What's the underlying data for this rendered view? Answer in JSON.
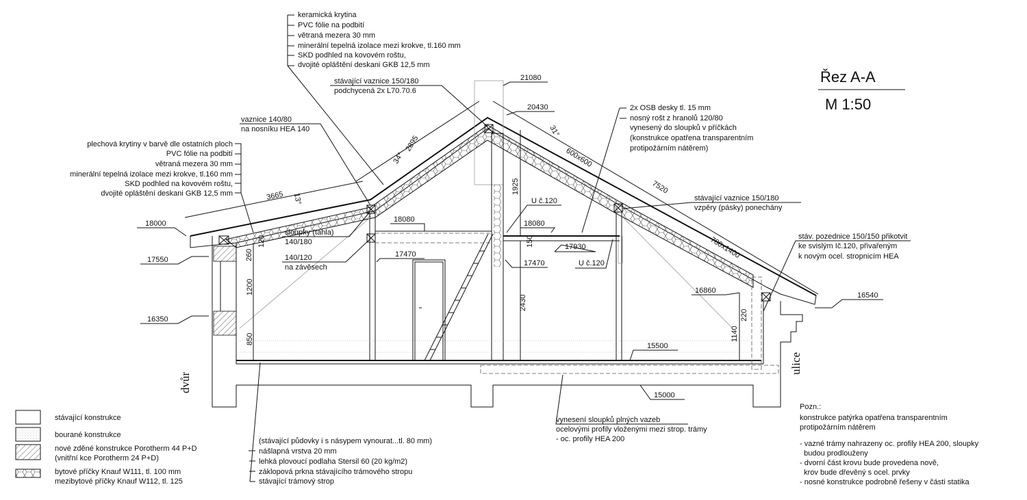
{
  "title": {
    "section": "Řez A-A",
    "scale": "M 1:50"
  },
  "roof_left_layers": [
    "plechová krytiny v barvě dle ostatních ploch",
    "PVC fólie na podbití",
    "větraná mezera 30 mm",
    "minerální tepelná izolace mezi krokve, tl.160 mm",
    "SKD podhled na kovovém roštu,",
    "dvojité opláštění deskani GKB 12,5 mm"
  ],
  "roof_top_layers": [
    "keramická krytina",
    "PVC fólie na podbití",
    "větraná mezera 30 mm",
    "minerální tepelná izolace mezi krokve, tl.160 mm",
    "SKD podhled na kovovém roštu,",
    "dvojité opláštění deskani GKB 12,5 mm"
  ],
  "osb_note": [
    "2x OSB desky tl. 15 mm",
    "nosný rošt z hranolů 120/80",
    "vynesený do sloupků v příčkách",
    "(konstrukce opatřena transparentním",
    "protipožárním nátěrem)"
  ],
  "callouts": {
    "vaznice_top": [
      "stávající vaznice 150/180",
      "podchycená 2x L70.70.6"
    ],
    "vaznice_left": [
      "vaznice 140/80",
      "na nosníku HEA 140"
    ],
    "sloupky": [
      "sloupky (táhla)",
      "140/180"
    ],
    "zavesy": [
      "140/120",
      "na závěsech"
    ],
    "vaznice_right": [
      "stávající vaznice 150/180",
      "vzpěry (pásky) ponechány"
    ],
    "pozednice": [
      "stáv. pozednice 150/150 přikotvit",
      "ke svislým Ič.120, přivařeným",
      "k novým ocel. stropnicím HEA"
    ],
    "u120_top": "U č.120",
    "u120_bottom": "U č.120",
    "vyneseni": [
      "vynesení sloupků plných vazeb",
      "ocelovými profily vloženými mezi strop. trámy",
      "- oc. profily HEA 200"
    ],
    "floor": [
      "(stávající půdovky i s násypem vynourat...tl. 80 mm)",
      "nášlapná vrstva 20 mm",
      "lehká plovoucí podlaha Stersil 60 (20 kg/m2)",
      "záklopová prkna stávajícího trámového stropu",
      "stávající trámový strop"
    ]
  },
  "elevations": {
    "ridge_top": "21080",
    "ridge": "20430",
    "eave_left": "18000",
    "wall_left": "17550",
    "window_left": "16350",
    "ceiling_left": "18080",
    "ceiling_right": "18080",
    "beam_left": "17470",
    "beam_right": "17470",
    "beam_mid": "17930",
    "knee_right": "16860",
    "eave_right": "16540",
    "floor": "15500",
    "base": "15000"
  },
  "dimensions": {
    "d3665": "3665",
    "a13": "13°",
    "d2895": "2895",
    "a34": "34°",
    "a31": "31°",
    "w600": "600x600",
    "d7520": "7520",
    "w780": "780x1400",
    "d1925": "1925",
    "d150": "150",
    "d2430": "2430",
    "d120": "120",
    "d260": "260",
    "d1200": "1200",
    "d850": "850",
    "d220": "220",
    "d1140": "1140"
  },
  "legend": [
    {
      "lines": [
        "stávající konstrukce"
      ]
    },
    {
      "lines": [
        "bourané konstrukce"
      ]
    },
    {
      "lines": [
        "nové zděné konstrukce Porotherm 44 P+D",
        "(vnitřní kce Porotherm 24 P+D)"
      ]
    },
    {
      "lines": [
        "bytové příčky Knauf W111, tl. 100 mm",
        "mezibytové příčky Knauf W112, tl. 125"
      ]
    }
  ],
  "notes": {
    "heading": "Pozn.:",
    "lines": [
      "konstrukce patýrka opatřena transparentním",
      "protipožárním nátěrem",
      "- vazné trámy nahrazeny oc. profily HEA 200, sloupky",
      "  budou prodlouženy",
      "- dvorní část krovu bude provedena nově,",
      "  krov bude dřevěný s ocel. prvky",
      "- nosné konstrukce podrobně řešeny v části statika"
    ]
  },
  "sides": {
    "left": "dvůr",
    "right": "ulice"
  }
}
